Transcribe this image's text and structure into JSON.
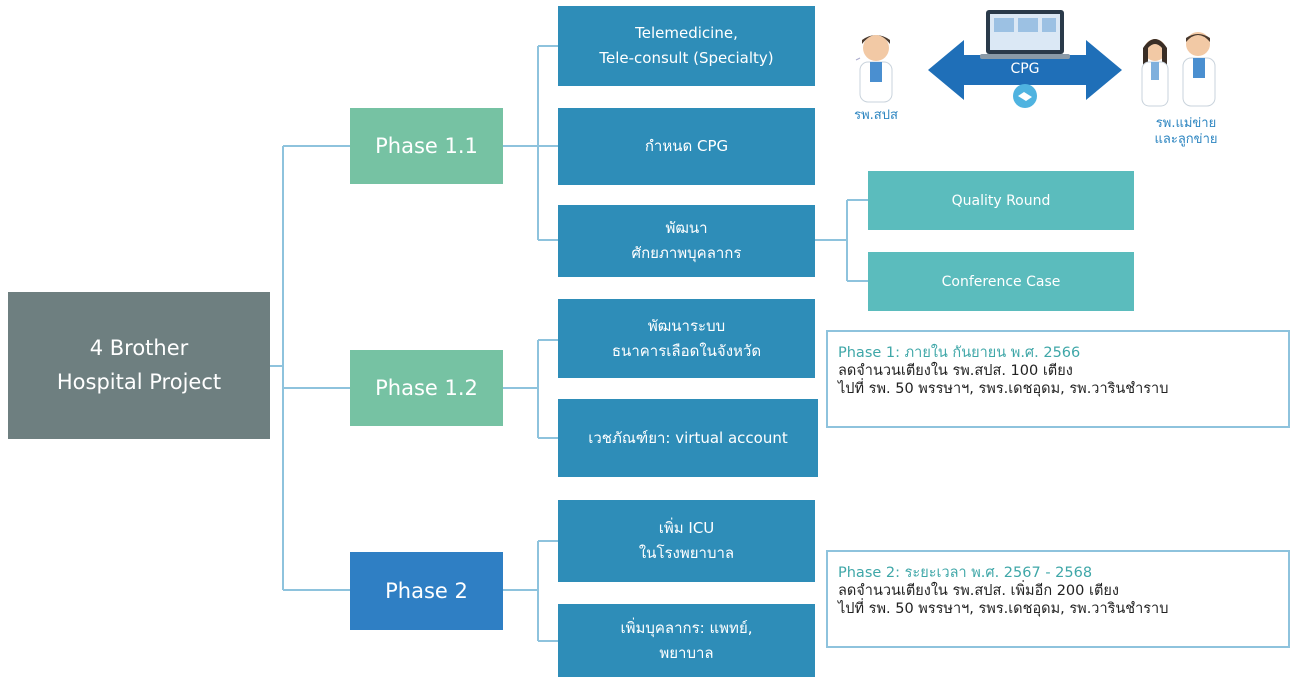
{
  "root": {
    "line1": "4 Brother",
    "line2": "Hospital Project"
  },
  "phases": {
    "p11": "Phase 1.1",
    "p12": "Phase 1.2",
    "p2": "Phase 2"
  },
  "leaves": {
    "telemedicine": {
      "line1": "Telemedicine,",
      "line2": "Tele-consult (Specialty)"
    },
    "cpg": {
      "line1": "กำหนด CPG"
    },
    "staff": {
      "line1": "พัฒนา",
      "line2": "ศักยภาพบุคลากร"
    },
    "quality_round": "Quality Round",
    "conference_case": "Conference Case",
    "blood_bank": {
      "line1": "พัฒนาระบบ",
      "line2": "ธนาคารเลือดในจังหวัด"
    },
    "virtual_account": {
      "line1": "เวชภัณฑ์ยา: virtual account"
    },
    "icu": {
      "line1": "เพิ่ม ICU",
      "line2": "ในโรงพยาบาล"
    },
    "personnel": {
      "line1": "เพิ่มบุคลากร: แพทย์,",
      "line2": "พยาบาล"
    }
  },
  "notes": {
    "phase1": {
      "head": "Phase 1: ภายใน กันยายน พ.ศ. 2566",
      "line1": "ลดจำนวนเตียงใน รพ.สปส.  100 เตียง",
      "line2": "ไปที่ รพ. 50 พรรษาฯ, รพร.เดชอุดม, รพ.วารินชำราบ"
    },
    "phase2": {
      "head": "Phase 2: ระยะเวลา พ.ศ. 2567 - 2568",
      "line1": "ลดจำนวนเตียงใน รพ.สปส. เพิ่มอีก 200 เตียง",
      "line2": "ไปที่ รพ. 50 พรรษาฯ, รพร.เดชอุดม, รพ.วารินชำราบ"
    }
  },
  "illustration": {
    "arrow_label": "CPG",
    "left_caption": "รพ.สปส",
    "right_caption_line1": "รพ.แม่ข่าย",
    "right_caption_line2": "และลูกข่าย",
    "icons": [
      "doctor-icon",
      "laptop-icon",
      "handshake-icon",
      "doctors-icon"
    ]
  },
  "colors": {
    "root": "#6e7f80",
    "phase_green": "#76c2a3",
    "phase_blue": "#2f7fc4",
    "leaf": "#2e8db8",
    "leaf_light": "#5bbcbd",
    "connector": "#8ec3dd",
    "note_head": "#3fa7a8"
  }
}
